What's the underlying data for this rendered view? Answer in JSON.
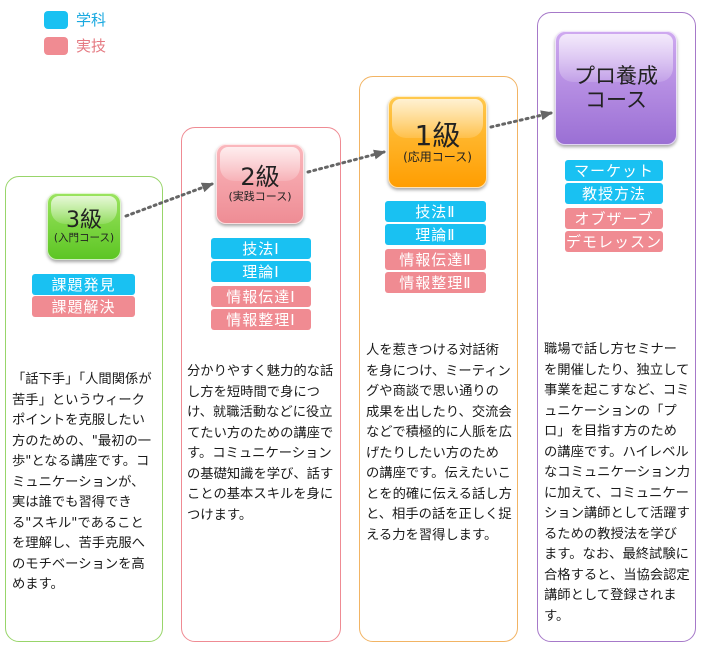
{
  "legend": [
    {
      "label": "学科",
      "color": "#19c1f2"
    },
    {
      "label": "実技",
      "color": "#f08b92"
    }
  ],
  "courses": [
    {
      "level": "3級",
      "subtitle": "(入門コース)",
      "border_color": "#98d56a",
      "badge_color": "#74d13a",
      "tags": [
        {
          "label": "課題発見",
          "type": "学科"
        },
        {
          "label": "課題解決",
          "type": "実技"
        }
      ],
      "description": "「話下手」「人間関係が苦手」というウィークポイントを克服したい方のための、\"最初の一歩\"となる講座です。コミュニケーションが、 実は誰でも習得できる\"スキル\"であることを理解し、苦手克服へのモチベーションを高めます。"
    },
    {
      "level": "2級",
      "subtitle": "(実践コース)",
      "border_color": "#ef8b93",
      "badge_color": "#f19aa2",
      "tags": [
        {
          "label": "技法Ⅰ",
          "type": "学科"
        },
        {
          "label": "理論Ⅰ",
          "type": "学科"
        },
        {
          "label": "情報伝達Ⅰ",
          "type": "実技"
        },
        {
          "label": "情報整理Ⅰ",
          "type": "実技"
        }
      ],
      "description": "分かりやすく魅力的な話し方を短時間で身につけ、就職活動などに役立てたい方のための講座です。コミュニケーションの基礎知識を学び、話すことの基本スキルを身につけます。"
    },
    {
      "level": "1級",
      "subtitle": "(応用コース)",
      "border_color": "#f2b464",
      "badge_color": "#ffab14",
      "tags": [
        {
          "label": "技法Ⅱ",
          "type": "学科"
        },
        {
          "label": "理論Ⅱ",
          "type": "学科"
        },
        {
          "label": "情報伝達Ⅱ",
          "type": "実技"
        },
        {
          "label": "情報整理Ⅱ",
          "type": "実技"
        }
      ],
      "description": "人を惹きつける対話術を身につけ、ミーティングや商談で思い通りの成果を出したり、交流会などで積極的に人脈を広げたりしたい方のための講座です。伝えたいことを的確に伝える話し方と、相手の話を正しく捉える力を習得します。"
    },
    {
      "level": "プロ養成",
      "subtitle": "コース",
      "border_color": "#a679c9",
      "badge_color": "#a27ad8",
      "tags": [
        {
          "label": "マーケット",
          "type": "学科"
        },
        {
          "label": "教授方法",
          "type": "学科"
        },
        {
          "label": "オブザーブ",
          "type": "実技"
        },
        {
          "label": "デモレッスン",
          "type": "実技"
        }
      ],
      "description": "職場で話し方セミナーを開催したり、独立して事業を起こすなど、コミュニケーションの「プロ」を目指す方のための講座です。ハイレベルなコミュニケーション力に加えて、コミュニケーション講師として活躍するための教授法を学びます。なお、最終試験に合格すると、当協会認定講師として登録されます。"
    }
  ]
}
